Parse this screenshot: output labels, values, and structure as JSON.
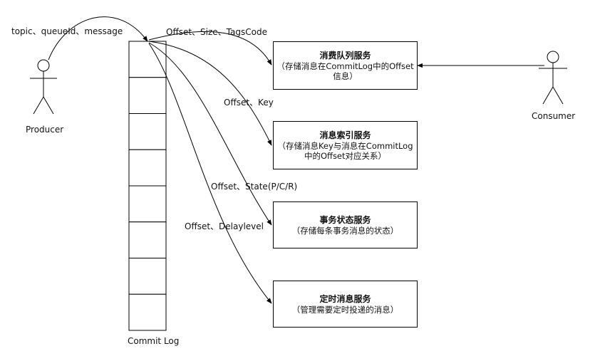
{
  "producer": {
    "label": "Producer"
  },
  "consumer": {
    "label": "Consumer"
  },
  "commit_log": {
    "label": "Commit Log",
    "cell_count": 8
  },
  "producer_message_label": "topic、queueId、message",
  "edge_labels": [
    "Offset、Size、TagsCode",
    "Offset、Key",
    "Offset、State(P/C/R)",
    "Offset、Delaylevel"
  ],
  "services": [
    {
      "title": "消费队列服务",
      "desc_lines": [
        "（存储消息在CommitLog中的Offset",
        "信息）"
      ]
    },
    {
      "title": "消息索引服务",
      "desc_lines": [
        "（存储消息Key与消息在CommitLog",
        "中的Offset对应关系）"
      ]
    },
    {
      "title": "事务状态服务",
      "desc_lines": [
        "（存储每条事务消息的状态）"
      ]
    },
    {
      "title": "定时消息服务",
      "desc_lines": [
        "（管理需要定时投递的消息）"
      ]
    }
  ],
  "colors": {
    "stroke": "#000000",
    "background": "#ffffff"
  }
}
